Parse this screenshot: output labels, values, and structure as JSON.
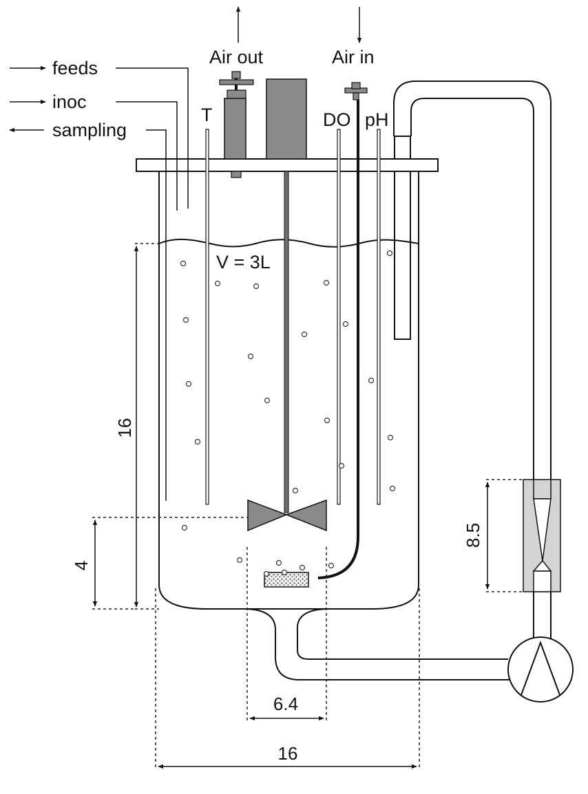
{
  "labels": {
    "feeds": "feeds",
    "inoc": "inoc",
    "sampling": "sampling",
    "air_out": "Air out",
    "air_in": "Air in",
    "temperature": "T",
    "dissolved_oxygen": "DO",
    "ph": "pH",
    "volume": "V = 3L"
  },
  "dimensions": {
    "liquid_height": "16",
    "impeller_clearance": "4",
    "impeller_diameter": "6.4",
    "vessel_diameter": "16",
    "flowmeter_length": "8.5"
  },
  "colors": {
    "component_gray": "#8a8a8a",
    "flowmeter_gray": "#d4d4d4",
    "line": "#111111"
  }
}
